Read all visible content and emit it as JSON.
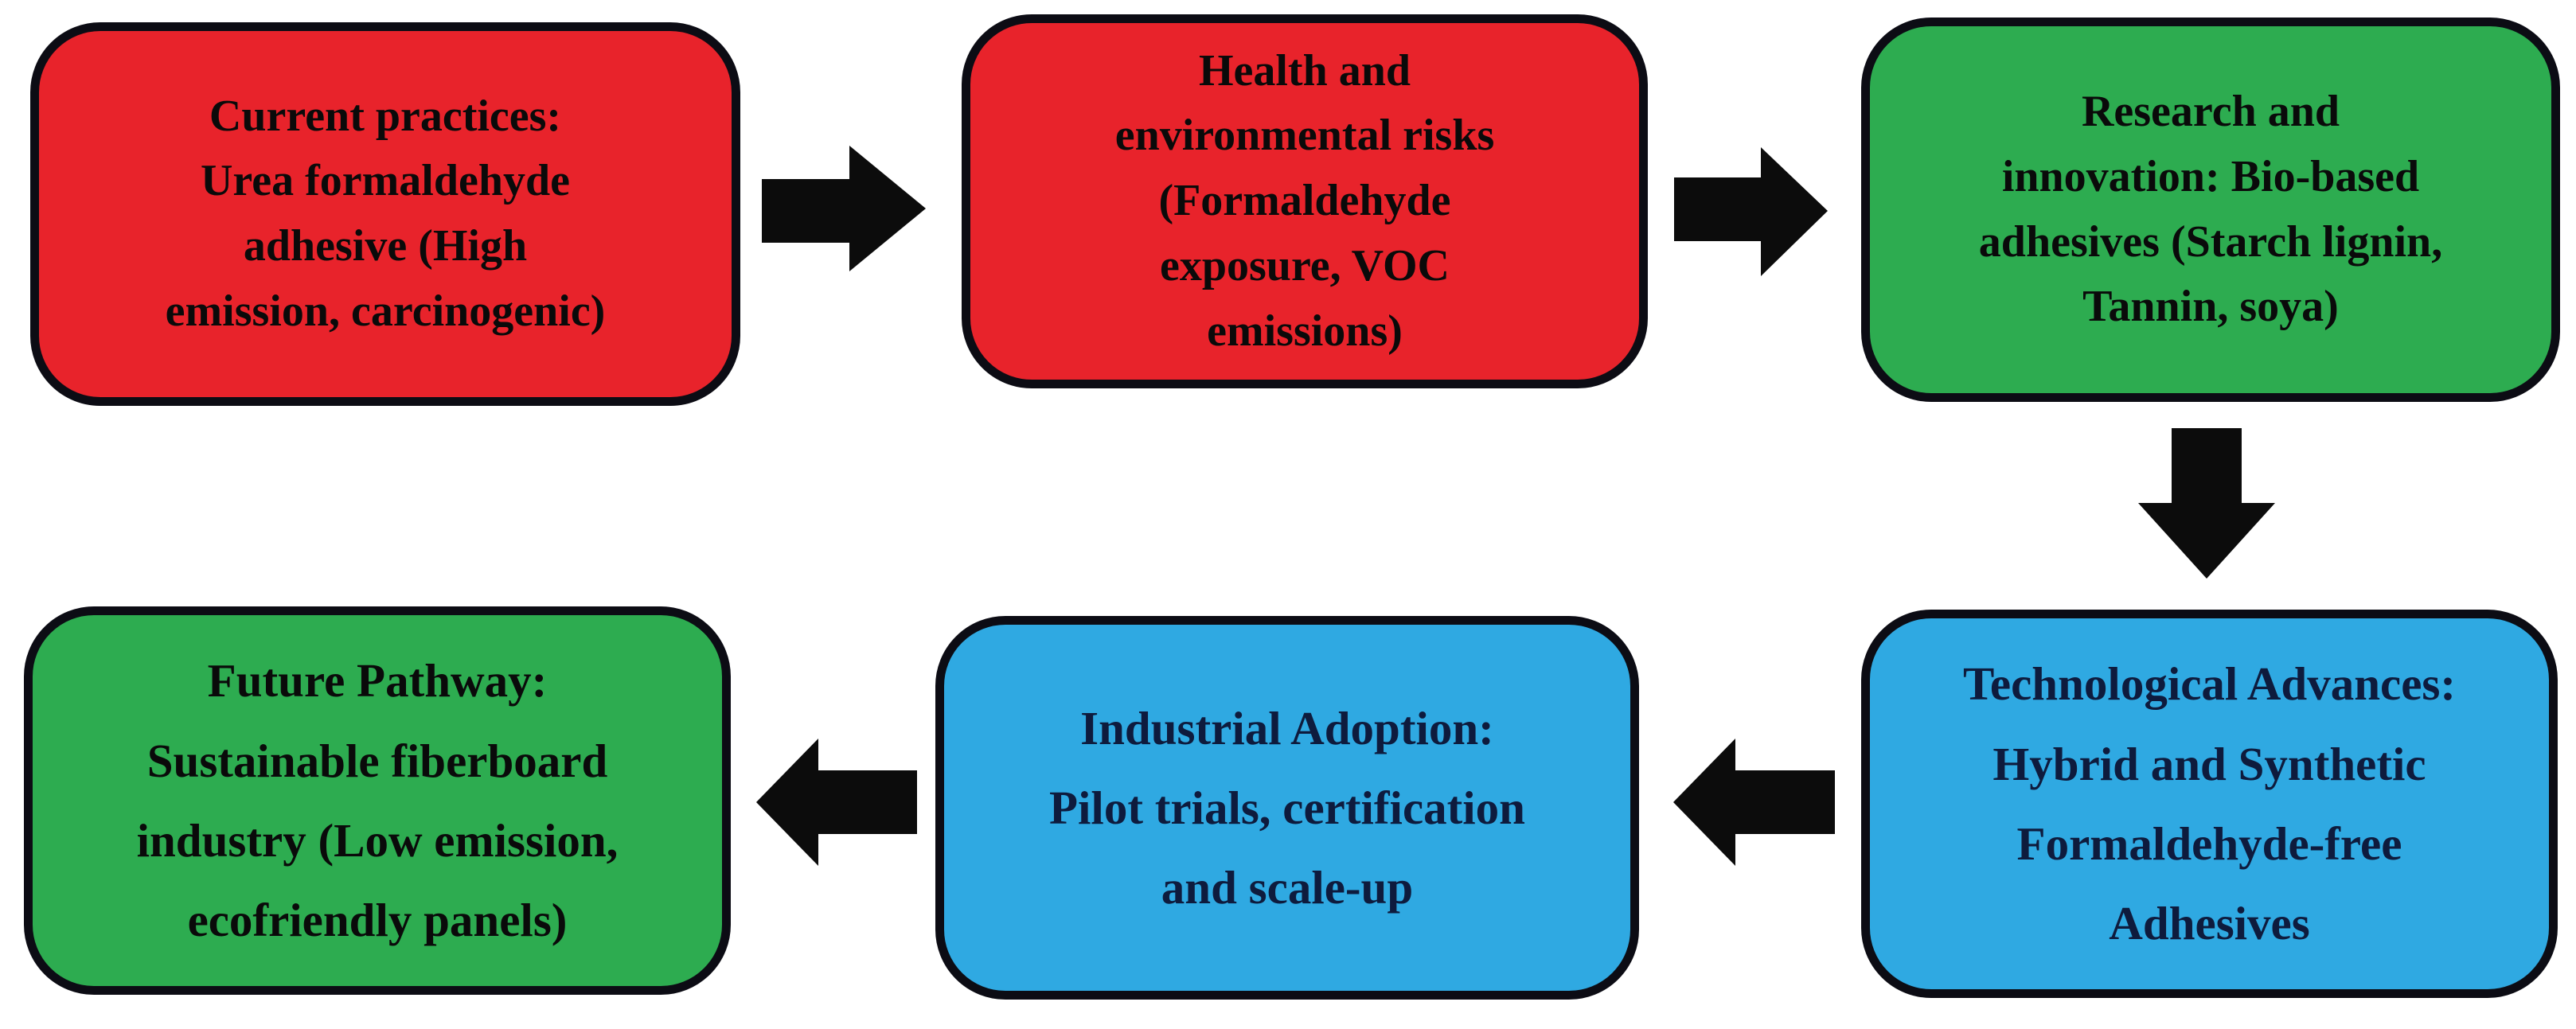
{
  "figure": {
    "type": "flowchart",
    "background": "#ffffff"
  },
  "palette": {
    "red": "#e8232b",
    "green": "#2dac50",
    "blue": "#2fa9e2",
    "border": "#0c0c14",
    "arrow": "#0c0c0c",
    "text": "#0a0a0a",
    "text_on_blue": "#0e1b3d"
  },
  "nodes": [
    {
      "id": "current-practices",
      "color": "red",
      "label": "Current practices:\nUrea formaldehyde\nadhesive (High\nemission, carcinogenic)"
    },
    {
      "id": "health-risks",
      "color": "red",
      "label": "Health and\nenvironmental risks\n(Formaldehyde\nexposure, VOC\nemissions)"
    },
    {
      "id": "research-innovation",
      "color": "green",
      "label": "Research and\ninnovation: Bio-based\nadhesives (Starch lignin,\nTannin, soya)"
    },
    {
      "id": "tech-advances",
      "color": "blue",
      "label": "Technological Advances:\nHybrid and Synthetic\nFormaldehyde-free\nAdhesives"
    },
    {
      "id": "industrial-adoption",
      "color": "blue",
      "label": "Industrial Adoption:\nPilot trials, certification\nand scale-up"
    },
    {
      "id": "future-pathway",
      "color": "green",
      "label": "Future Pathway:\nSustainable fiberboard\nindustry (Low emission,\necofriendly panels)"
    }
  ],
  "arrows": [
    {
      "from": "current-practices",
      "to": "health-risks",
      "direction": "right"
    },
    {
      "from": "health-risks",
      "to": "research-innovation",
      "direction": "right"
    },
    {
      "from": "research-innovation",
      "to": "tech-advances",
      "direction": "down"
    },
    {
      "from": "tech-advances",
      "to": "industrial-adoption",
      "direction": "left"
    },
    {
      "from": "industrial-adoption",
      "to": "future-pathway",
      "direction": "left"
    }
  ]
}
